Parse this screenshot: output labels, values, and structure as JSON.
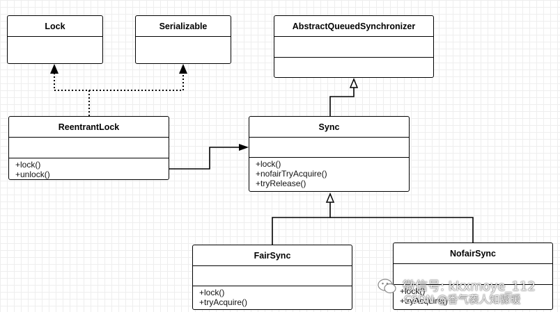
{
  "classes": {
    "lock": {
      "name": "Lock",
      "methods": []
    },
    "serializable": {
      "name": "Serializable",
      "methods": []
    },
    "aqs": {
      "name": "AbstractQueuedSynchronizer",
      "methods": []
    },
    "reentrant_lock": {
      "name": "ReentrantLock",
      "methods": [
        "+lock()",
        "+unlock()"
      ]
    },
    "sync": {
      "name": "Sync",
      "methods": [
        "+lock()",
        "+nofairTryAcquire()",
        "+tryRelease()"
      ]
    },
    "fair_sync": {
      "name": "FairSync",
      "methods": [
        "+lock()",
        "+tryAcquire()"
      ]
    },
    "nofair_sync": {
      "name": "NofairSync",
      "methods": [
        "+lock()",
        "+tryAcquire()"
      ]
    }
  },
  "watermark": {
    "line1": "微信号: kkxmoye_112",
    "line2": "CSDN @香气袭人知骤暖"
  }
}
